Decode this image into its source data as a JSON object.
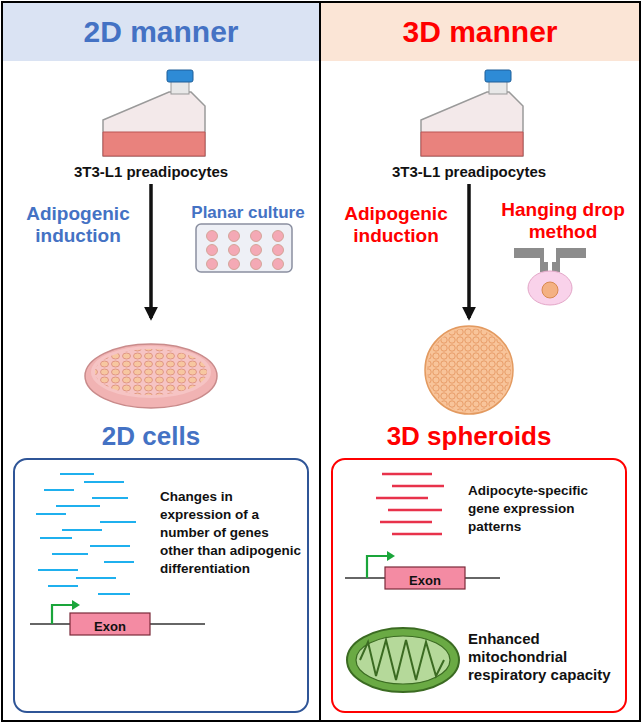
{
  "diagram": {
    "nodes": [
      {
        "text": [
          "2D manner"
        ]
      },
      {
        "text": [
          "3T3-L1 preadipocytes"
        ],
        "in": 0
      },
      {
        "text": [
          "2D cells"
        ],
        "in": 0
      },
      {
        "text": [
          "Changes in expression of a number of genes other than adipogenic differentiation"
        ],
        "in": 0
      },
      {
        "text": [
          "3D manner"
        ]
      },
      {
        "text": [
          "3T3-L1 preadipocytes"
        ],
        "in": 4
      },
      {
        "text": [
          "3D spheroids"
        ],
        "in": 4
      },
      {
        "text": [
          "Adipocyte-specific gene expression patterns",
          "Enhanced mitochondrial respiratory capacity"
        ],
        "in": 4
      }
    ],
    "edges": [
      {
        "from": 1,
        "to": 2,
        "arrow": "to"
      },
      {
        "from": 5,
        "to": 6,
        "arrow": "to"
      }
    ],
    "labels": [
      "Adipogenic induction",
      "Planar culture",
      "Exon",
      "Adipogenic induction",
      "Hanging drop method",
      "Exon"
    ]
  }
}
